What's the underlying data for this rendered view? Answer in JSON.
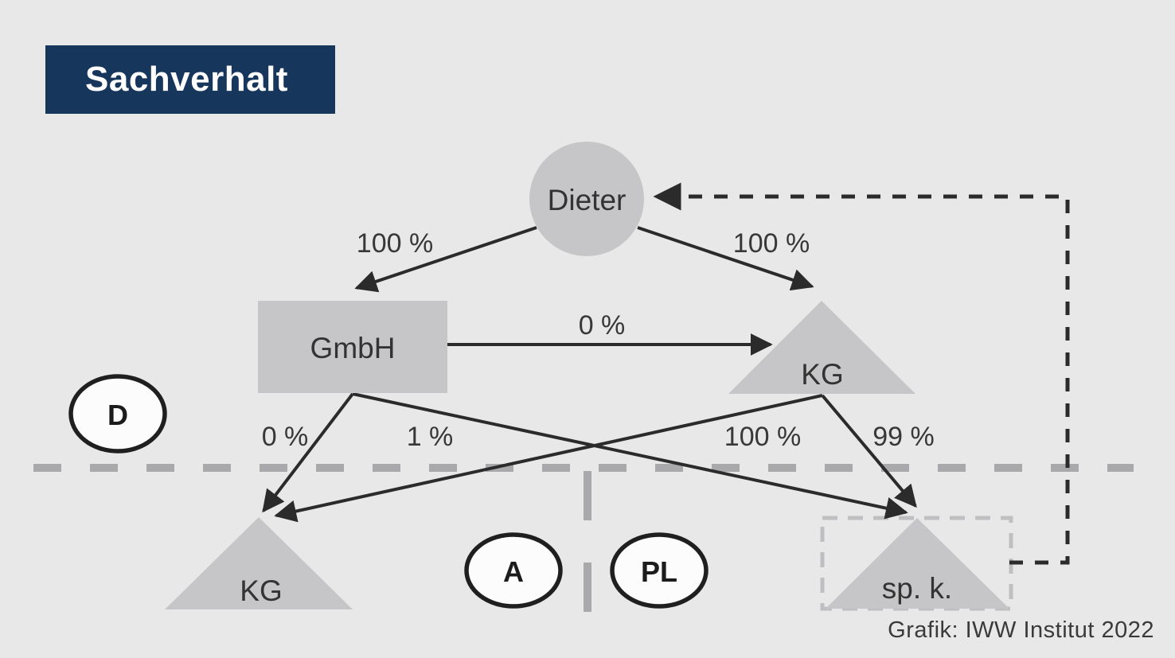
{
  "title": "Sachverhalt",
  "caption": "Grafik: IWW Institut 2022",
  "colors": {
    "background": "#e8e8e8",
    "node_fill": "#c6c6c8",
    "title_bg": "#17365c",
    "title_text": "#ffffff",
    "arrow": "#2b2b2b",
    "country_border_dash": "#a9a9ab",
    "spk_dashed_outline": "#bfbfc1",
    "ellipse_fill": "#fcfcfc",
    "ellipse_border": "#1f1f1f"
  },
  "nodes": {
    "dieter": {
      "label": "Dieter",
      "shape": "circle"
    },
    "gmbh": {
      "label": "GmbH",
      "shape": "rectangle"
    },
    "kg_top": {
      "label": "KG",
      "shape": "triangle"
    },
    "kg_bottom": {
      "label": "KG",
      "shape": "triangle"
    },
    "spk": {
      "label": "sp. k.",
      "shape": "triangle",
      "outline": "dashed"
    }
  },
  "countries": [
    {
      "code": "D"
    },
    {
      "code": "A"
    },
    {
      "code": "PL"
    }
  ],
  "edges": [
    {
      "from": "Dieter",
      "to": "GmbH",
      "label": "100 %",
      "style": "solid"
    },
    {
      "from": "Dieter",
      "to": "KG (top)",
      "label": "100 %",
      "style": "solid"
    },
    {
      "from": "GmbH",
      "to": "KG (top)",
      "label": "0 %",
      "style": "solid"
    },
    {
      "from": "GmbH",
      "to": "KG (bottom)",
      "label": "0 %",
      "style": "solid"
    },
    {
      "from": "GmbH",
      "to": "sp. k.",
      "label": "100 %",
      "style": "solid"
    },
    {
      "from": "KG (top)",
      "to": "KG (bottom)",
      "label": "1 %",
      "style": "solid"
    },
    {
      "from": "KG (top)",
      "to": "sp. k.",
      "label": "99 %",
      "style": "solid"
    },
    {
      "from": "sp. k.",
      "to": "Dieter",
      "label": "",
      "style": "dashed"
    }
  ]
}
